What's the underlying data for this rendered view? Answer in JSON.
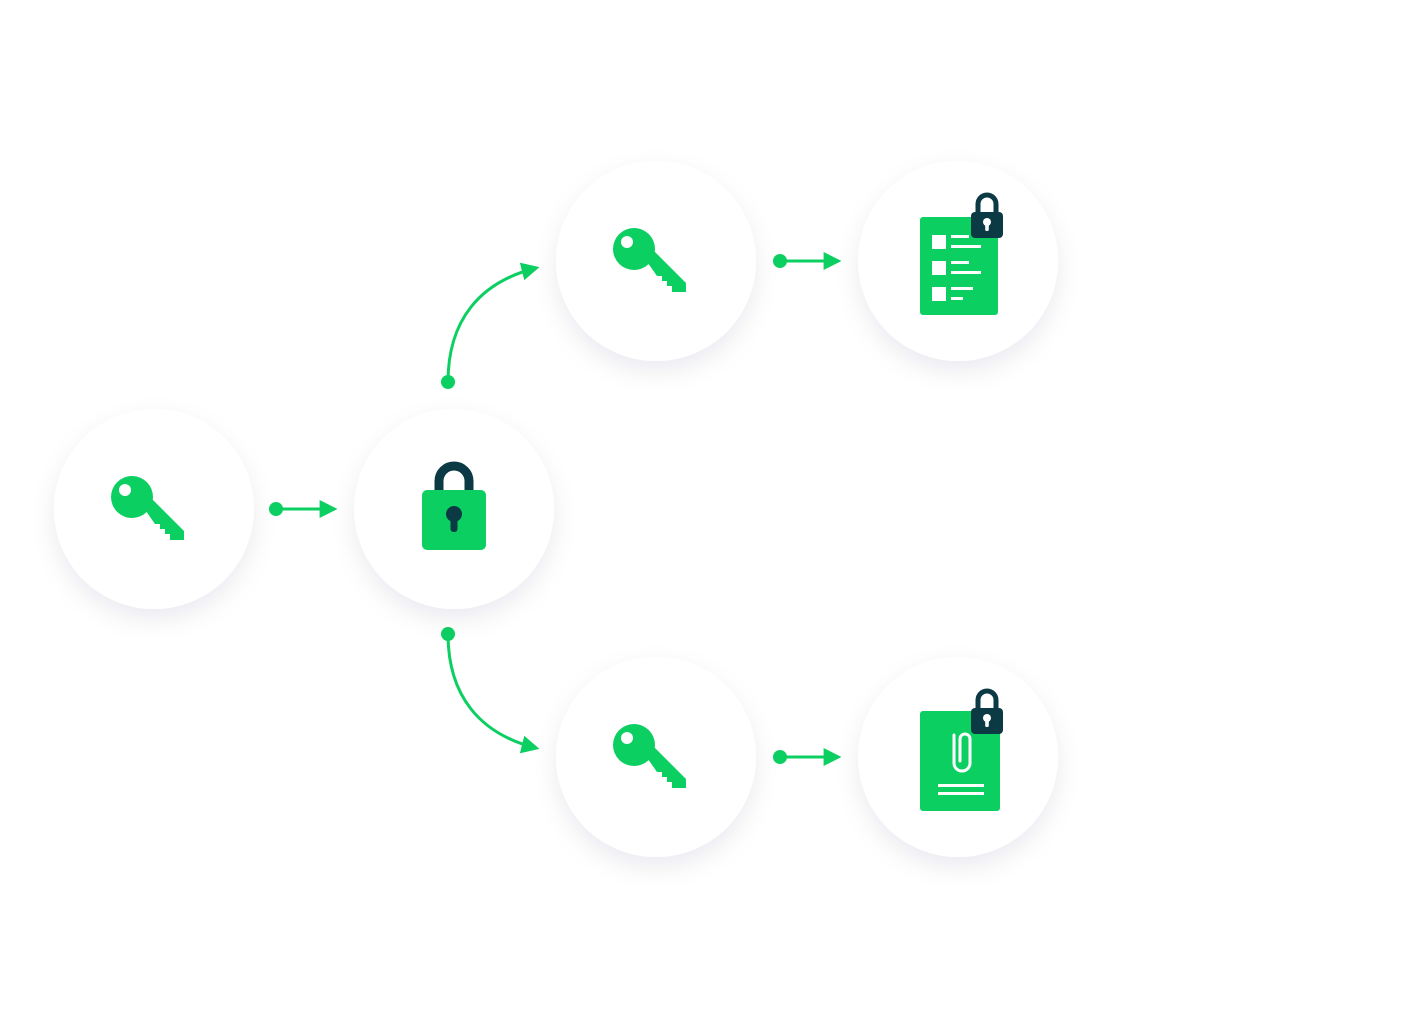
{
  "colors": {
    "background": "#ffffff",
    "accent": "#0ccf62",
    "dark": "#0b3a44"
  },
  "nodes": [
    {
      "id": "master-key",
      "icon": "key-icon"
    },
    {
      "id": "master-lock",
      "icon": "padlock-icon"
    },
    {
      "id": "derived-key-top",
      "icon": "key-icon"
    },
    {
      "id": "encrypted-list-document",
      "icon": "locked-list-document-icon"
    },
    {
      "id": "derived-key-bottom",
      "icon": "key-icon"
    },
    {
      "id": "encrypted-attachment-document",
      "icon": "locked-attachment-document-icon"
    }
  ],
  "edges": [
    {
      "from": "master-key",
      "to": "master-lock",
      "style": "straight"
    },
    {
      "from": "master-lock",
      "to": "derived-key-top",
      "style": "curved"
    },
    {
      "from": "master-lock",
      "to": "derived-key-bottom",
      "style": "curved"
    },
    {
      "from": "derived-key-top",
      "to": "encrypted-list-document",
      "style": "straight"
    },
    {
      "from": "derived-key-bottom",
      "to": "encrypted-attachment-document",
      "style": "straight"
    }
  ]
}
